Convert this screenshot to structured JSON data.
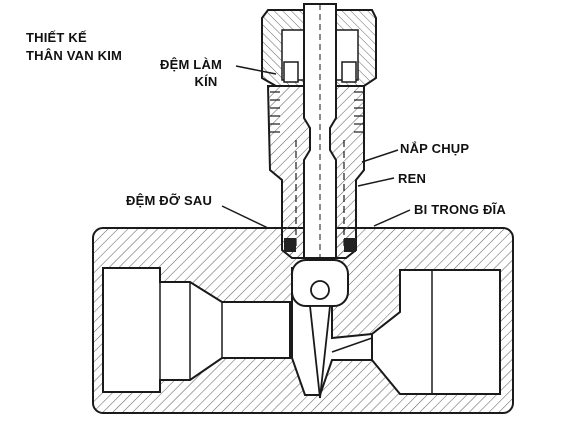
{
  "title_lines": [
    "THIẾT KẾ",
    "THÂN VAN KIM"
  ],
  "labels": {
    "seal": [
      "ĐỆM LÀM",
      "KÍN"
    ],
    "cap": "NẮP CHỤP",
    "thread": "REN",
    "back_seat": "ĐỆM ĐỠ SAU",
    "ball": "BI TRONG ĐĨA"
  },
  "colors": {
    "line": "#1a1a1a",
    "hatch": "#555555",
    "background": "#ffffff"
  }
}
